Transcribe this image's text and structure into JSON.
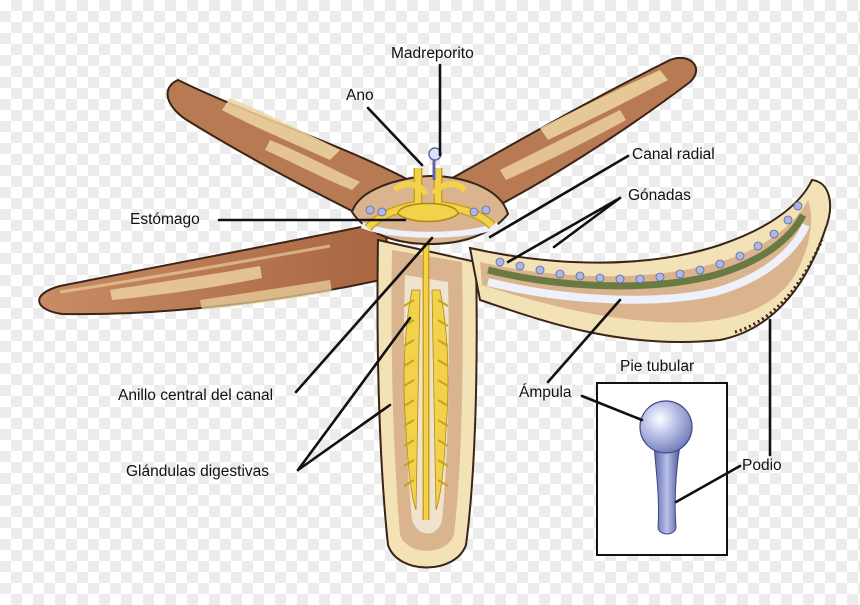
{
  "labels": {
    "madreporito": "Madreporito",
    "ano": "Ano",
    "canal_radial": "Canal radial",
    "gonadas": "Gónadas",
    "estomago": "Estómago",
    "anillo_central": "Anillo central del canal",
    "glandulas": "Glándulas digestivas",
    "ampula": "Ámpula",
    "podio": "Podio",
    "pie_tubular": "Pie tubular"
  },
  "colors": {
    "skin_brown": "#b7754f",
    "skin_light": "#f1d8a6",
    "skin_outline": "#3a2418",
    "cut_inner": "#d7b28f",
    "canal_yellow": "#f2d24b",
    "canal_dark": "#c9a21d",
    "ampula_blue": "#aeb6e3",
    "gonad_green": "#6a7a43"
  }
}
